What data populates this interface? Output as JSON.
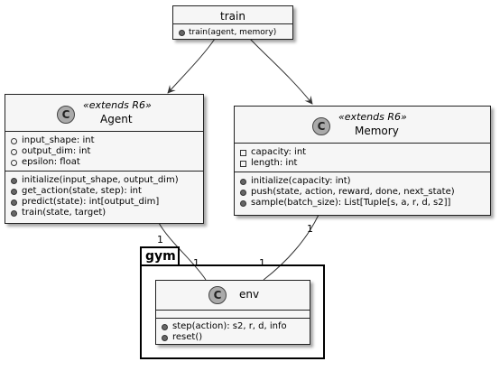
{
  "diagram": {
    "package": {
      "name": "gym"
    },
    "train": {
      "name": "train",
      "methods": [
        "train(agent, memory)"
      ]
    },
    "agent": {
      "stereotype": "«extends R6»",
      "name": "Agent",
      "icon": "C",
      "fields": [
        "input_shape: int",
        "output_dim: int",
        "epsilon: float"
      ],
      "methods": [
        "initialize(input_shape, output_dim)",
        "get_action(state, step): int",
        "predict(state): int[output_dim]",
        "train(state, target)"
      ]
    },
    "memory": {
      "stereotype": "«extends R6»",
      "name": "Memory",
      "icon": "C",
      "fields": [
        "capacity: int",
        "length: int"
      ],
      "methods": [
        "initialize(capacity: int)",
        "push(state, action, reward, done, next_state)",
        "sample(batch_size): List[Tuple[s, a, r, d, s2]]"
      ]
    },
    "env": {
      "name": "env",
      "icon": "C",
      "methods": [
        "step(action): s2, r, d, info",
        "reset()"
      ]
    },
    "multiplicities": {
      "agent_side": "1",
      "env_side_agent": "1",
      "memory_side": "1",
      "env_side_memory": "1"
    }
  }
}
